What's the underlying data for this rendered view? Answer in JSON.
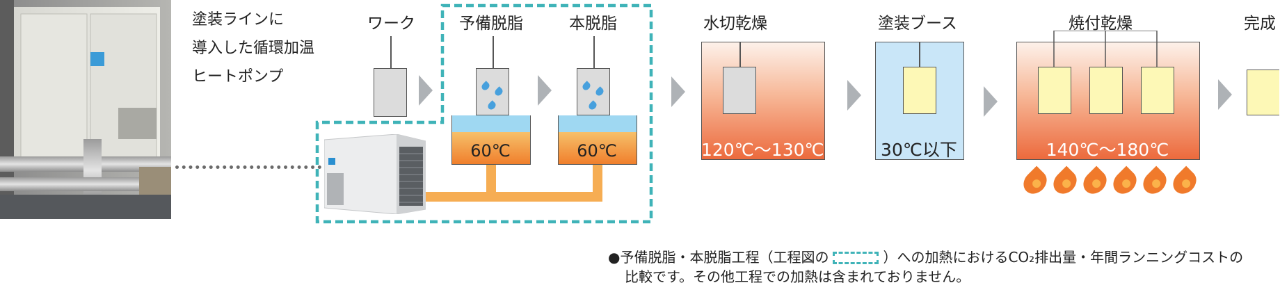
{
  "intro": {
    "lines": [
      "塗装ラインに",
      "導入した循環加温",
      "ヒートポンプ"
    ]
  },
  "stages": {
    "work": "ワーク",
    "pre_degrease": "予備脱脂",
    "main_degrease": "本脱脂",
    "water_dry": "水切乾燥",
    "paint_booth": "塗装ブース",
    "bake_dry": "焼付乾燥",
    "complete": "完成"
  },
  "temps": {
    "pre_degrease": "60℃",
    "main_degrease": "60℃",
    "water_dry": "120℃〜130℃",
    "paint_booth": "30℃以下",
    "bake_dry": "140℃〜180℃"
  },
  "note": {
    "bullet": "●",
    "line1_before": "予備脱脂・本脱脂工程（工程図の",
    "line1_after": "）への加熱におけるCO₂排出量・年間ランニングコストの",
    "line2": "比較です。その他工程での加熱は含まれておりません。"
  },
  "colors": {
    "dashed_outline": "#3fb3b8",
    "pipe": "#f6ad53",
    "oven_gradient_top": "#fdf1ea",
    "oven_gradient_bottom": "#ec6a3d",
    "booth_fill": "#c9e6f8",
    "tank_water": "#9fd8f2",
    "tank_liquid": "#f4a24a"
  }
}
